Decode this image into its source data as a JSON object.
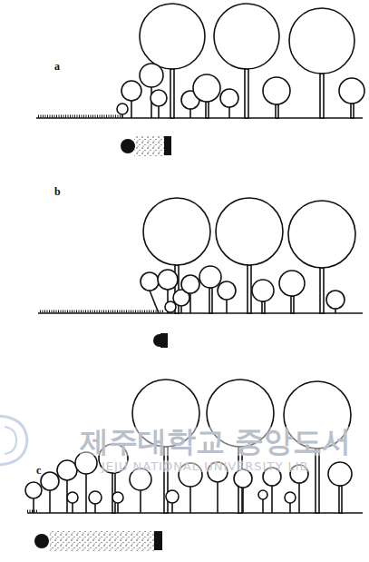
{
  "diagram": {
    "labels": [
      "a",
      "b",
      "c",
      "제주대학교 중앙도서",
      "JEJU NATIONAL UNIVERSITY LIB"
    ]
  }
}
